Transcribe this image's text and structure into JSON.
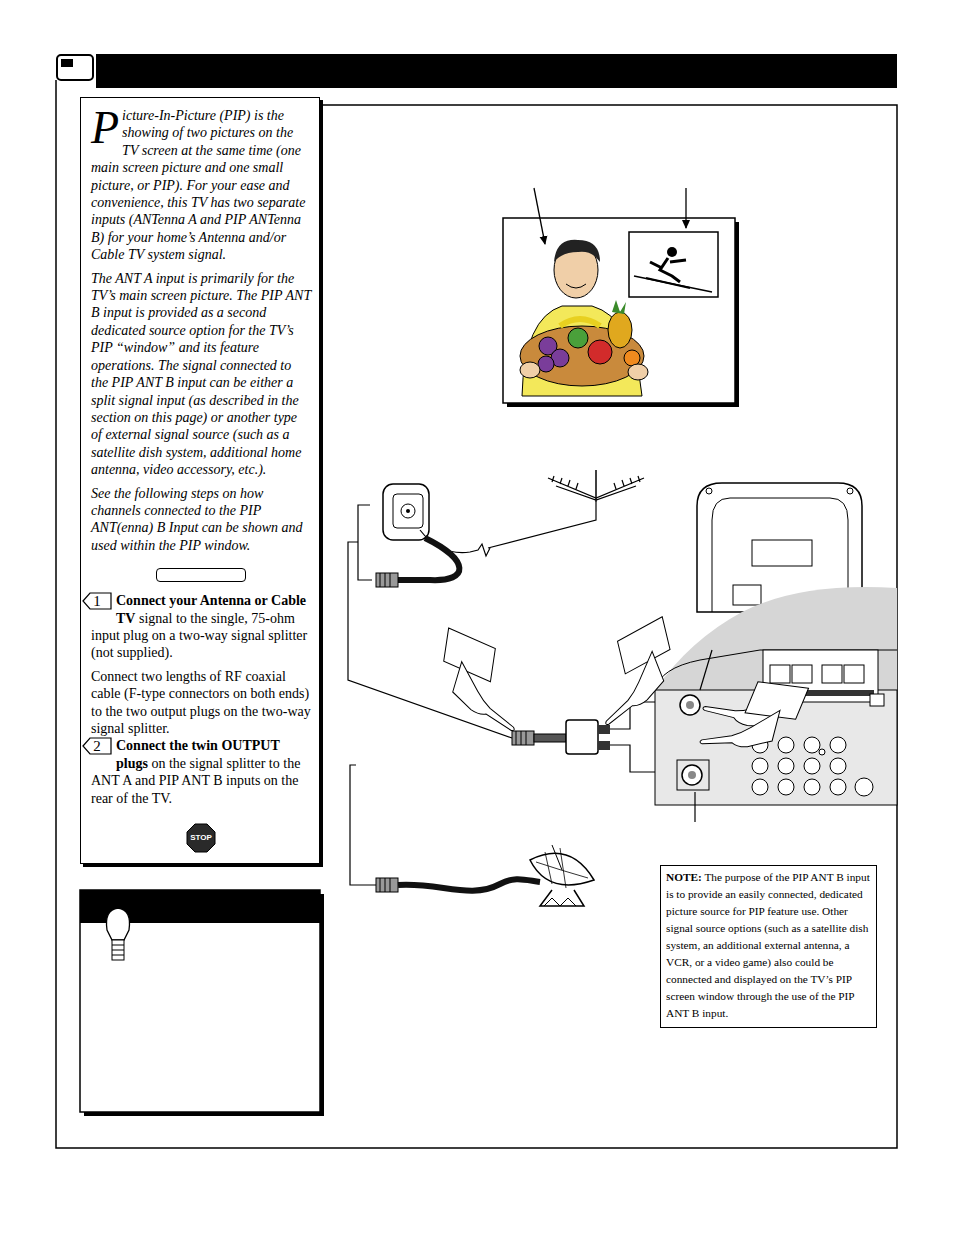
{
  "diagram": {
    "nodes": [
      {
        "text": [
          "Picture-In-Picture (PIP) is the showing of two pictures on the TV screen at the same time (one main screen picture and one small picture, or PIP). For your ease and convenience, this TV has two separate inputs (ANTenna A and PIP ANTenna B) for your home’s Antenna and/or Cable TV system signal.",
          "The ANT A input is primarily for the TV’s main screen picture. The PIP ANT B input is provided as a second dedicated source option for the TV’s PIP “window” and its feature operations. The signal connected to the PIP ANT B input can be either a split signal input (as described in the section on this page) or another type of external signal source (such as a satellite dish system, additional home antenna, video accessory, etc.).",
          "See the following steps on how channels connected to the PIP ANT(enna) B Input can be shown and used within the PIP window.",
          "Connect your Antenna or Cable TV",
          "signal to the single, 75-ohm input plug on a two-way signal splitter (not supplied).",
          "Connect two lengths of RF coaxial cable (F-type connectors on both ends) to the two output plugs on the two-way signal splitter.",
          "Connect the twin OUTPUT plugs",
          "on the signal splitter to the ANT A and PIP ANT B inputs on the rear of the TV."
        ]
      },
      {
        "text": [
          "1"
        ],
        "in": 0
      },
      {
        "text": [
          "2"
        ],
        "in": 0
      },
      {
        "text": [
          "STOP"
        ],
        "in": 0
      },
      {
        "text": [
          "NOTE:",
          "The purpose of the PIP ANT B input is to provide an easily connected, dedicated picture source for PIP feature use.  Other signal source options (such as a satellite dish system, an additional external antenna, a VCR, or a video game) also could be connected and displayed on the TV’s PIP screen window through the use of the PIP ANT B input."
        ]
      }
    ]
  }
}
